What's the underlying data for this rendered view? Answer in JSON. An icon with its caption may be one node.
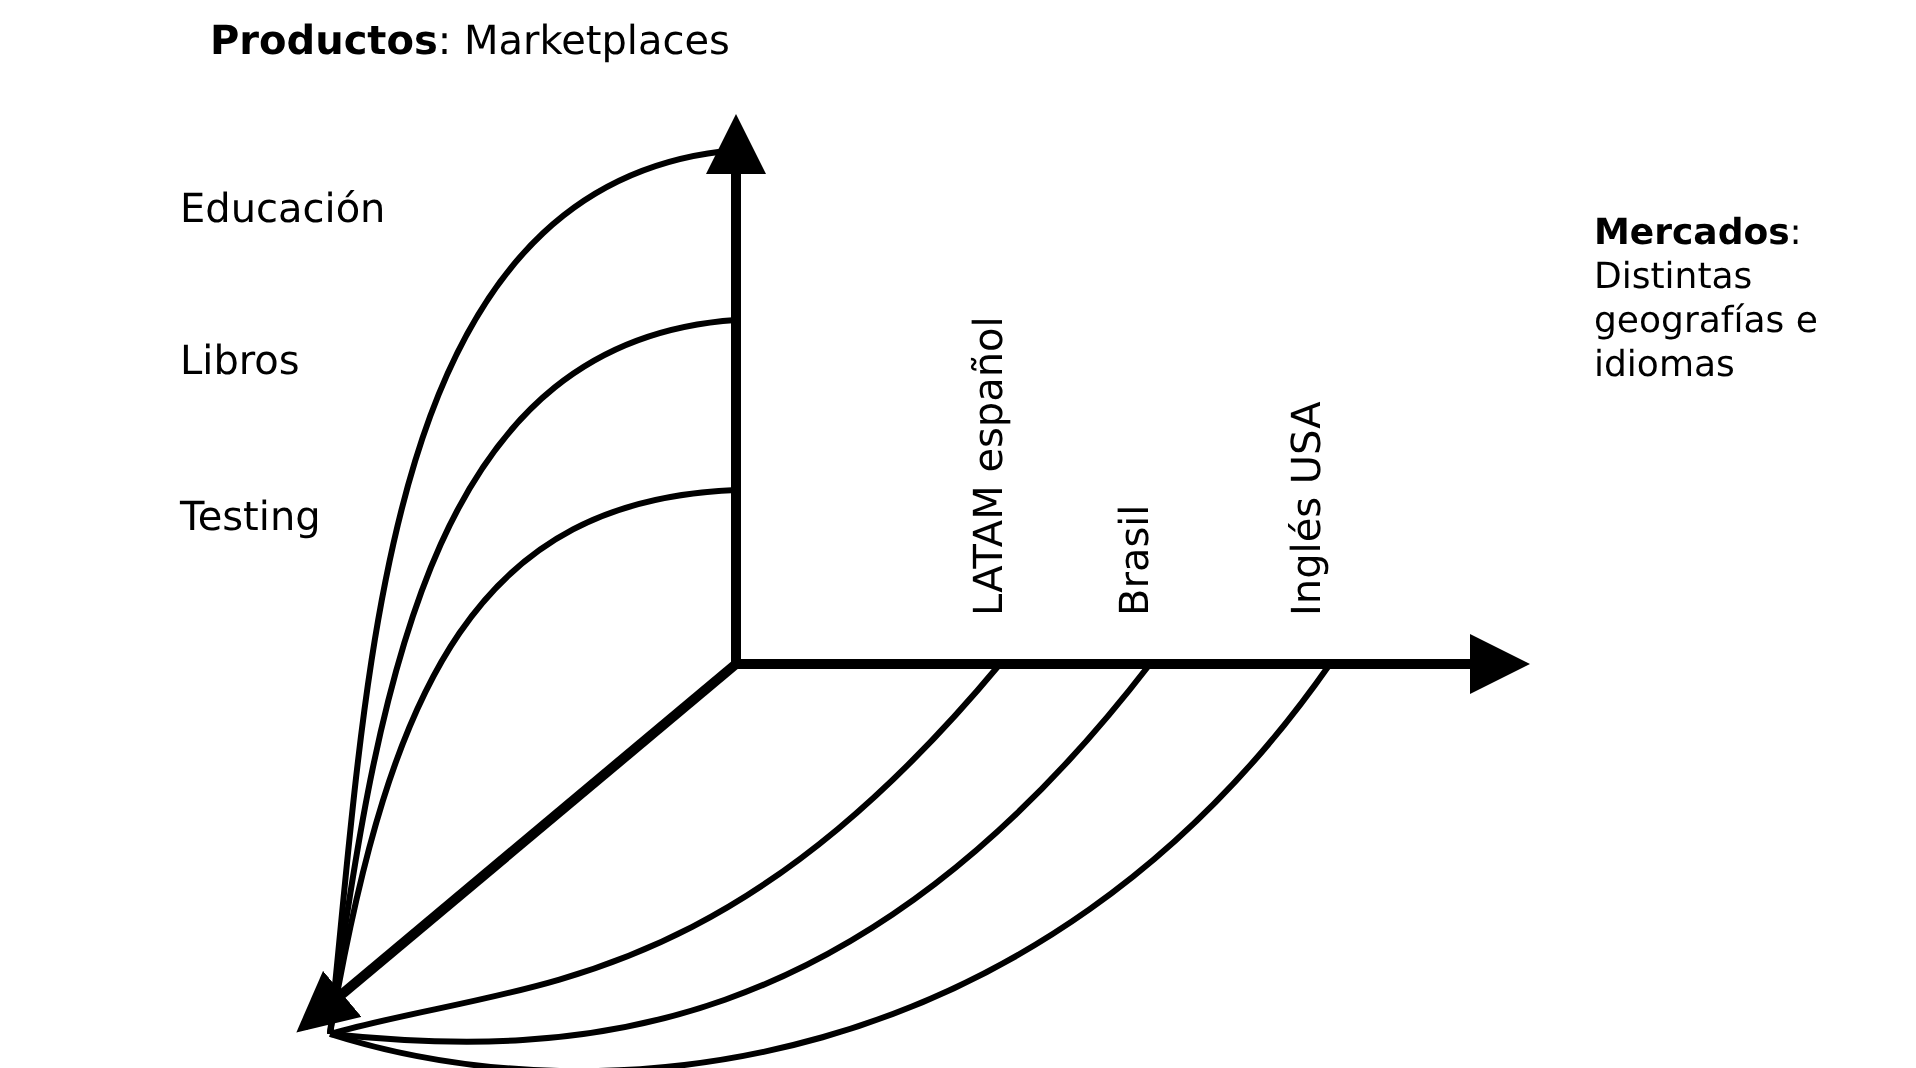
{
  "diagram": {
    "labels": [
      "**Productos**: Marketplaces",
      "Educación",
      "Libros",
      "Testing",
      "LATAM español",
      "Brasil",
      "Inglés USA",
      "**Mercados**: Distintas geografías e idiomas"
    ]
  }
}
